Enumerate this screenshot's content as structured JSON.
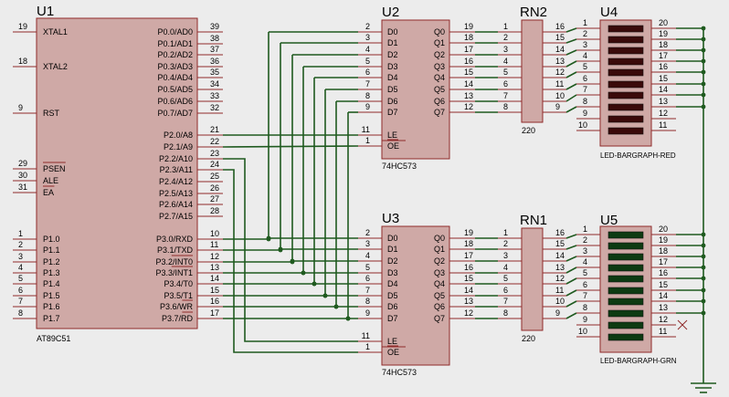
{
  "u1": {
    "ref": "U1",
    "part": "AT89C51",
    "left_pins": [
      {
        "num": "19",
        "name": "XTAL1"
      },
      {
        "num": "18",
        "name": "XTAL2"
      },
      {
        "num": "9",
        "name": "RST"
      },
      {
        "num": "29",
        "name": "PSEN"
      },
      {
        "num": "30",
        "name": "ALE"
      },
      {
        "num": "31",
        "name": "EA"
      },
      {
        "num": "1",
        "name": "P1.0"
      },
      {
        "num": "2",
        "name": "P1.1"
      },
      {
        "num": "3",
        "name": "P1.2"
      },
      {
        "num": "4",
        "name": "P1.3"
      },
      {
        "num": "5",
        "name": "P1.4"
      },
      {
        "num": "6",
        "name": "P1.5"
      },
      {
        "num": "7",
        "name": "P1.6"
      },
      {
        "num": "8",
        "name": "P1.7"
      }
    ],
    "right_pins": [
      {
        "num": "39",
        "name": "P0.0/AD0"
      },
      {
        "num": "38",
        "name": "P0.1/AD1"
      },
      {
        "num": "37",
        "name": "P0.2/AD2"
      },
      {
        "num": "36",
        "name": "P0.3/AD3"
      },
      {
        "num": "35",
        "name": "P0.4/AD4"
      },
      {
        "num": "34",
        "name": "P0.5/AD5"
      },
      {
        "num": "33",
        "name": "P0.6/AD6"
      },
      {
        "num": "32",
        "name": "P0.7/AD7"
      },
      {
        "num": "21",
        "name": "P2.0/A8"
      },
      {
        "num": "22",
        "name": "P2.1/A9"
      },
      {
        "num": "23",
        "name": "P2.2/A10"
      },
      {
        "num": "24",
        "name": "P2.3/A11"
      },
      {
        "num": "25",
        "name": "P2.4/A12"
      },
      {
        "num": "26",
        "name": "P2.5/A13"
      },
      {
        "num": "27",
        "name": "P2.6/A14"
      },
      {
        "num": "28",
        "name": "P2.7/A15"
      },
      {
        "num": "10",
        "name": "P3.0/RXD"
      },
      {
        "num": "11",
        "name": "P3.1/TXD"
      },
      {
        "num": "12",
        "name": "P3.2/INT0"
      },
      {
        "num": "13",
        "name": "P3.3/INT1"
      },
      {
        "num": "14",
        "name": "P3.4/T0"
      },
      {
        "num": "15",
        "name": "P3.5/T1"
      },
      {
        "num": "16",
        "name": "P3.6/WR"
      },
      {
        "num": "17",
        "name": "P3.7/RD"
      }
    ]
  },
  "latches": [
    {
      "ref": "U2",
      "part": "74HC573",
      "d_nums": [
        "2",
        "3",
        "4",
        "5",
        "6",
        "7",
        "8",
        "9"
      ],
      "d_names": [
        "D0",
        "D1",
        "D2",
        "D3",
        "D4",
        "D5",
        "D6",
        "D7"
      ],
      "q_nums": [
        "19",
        "18",
        "17",
        "16",
        "15",
        "14",
        "13",
        "12"
      ],
      "q_names": [
        "Q0",
        "Q1",
        "Q2",
        "Q3",
        "Q4",
        "Q5",
        "Q6",
        "Q7"
      ],
      "le": {
        "num": "11",
        "name": "LE"
      },
      "oe": {
        "num": "1",
        "name": "OE"
      }
    },
    {
      "ref": "U3",
      "part": "74HC573",
      "d_nums": [
        "2",
        "3",
        "4",
        "5",
        "6",
        "7",
        "8",
        "9"
      ],
      "d_names": [
        "D0",
        "D1",
        "D2",
        "D3",
        "D4",
        "D5",
        "D6",
        "D7"
      ],
      "q_nums": [
        "19",
        "18",
        "17",
        "16",
        "15",
        "14",
        "13",
        "12"
      ],
      "q_names": [
        "Q0",
        "Q1",
        "Q2",
        "Q3",
        "Q4",
        "Q5",
        "Q6",
        "Q7"
      ],
      "le": {
        "num": "11",
        "name": "LE"
      },
      "oe": {
        "num": "1",
        "name": "OE"
      }
    }
  ],
  "resistor_networks": [
    {
      "ref": "RN2",
      "value": "220",
      "left_nums": [
        "1",
        "2",
        "3",
        "4",
        "5",
        "6",
        "7",
        "8"
      ],
      "right_nums": [
        "16",
        "15",
        "14",
        "13",
        "12",
        "11",
        "10",
        "9"
      ]
    },
    {
      "ref": "RN1",
      "value": "220",
      "left_nums": [
        "1",
        "2",
        "3",
        "4",
        "5",
        "6",
        "7",
        "8"
      ],
      "right_nums": [
        "16",
        "15",
        "14",
        "13",
        "12",
        "11",
        "10",
        "9"
      ]
    }
  ],
  "bargraphs": [
    {
      "ref": "U4",
      "part": "LED-BARGRAPH-RED",
      "segment_color": "#3a0a0a",
      "left_nums": [
        "1",
        "2",
        "3",
        "4",
        "5",
        "6",
        "7",
        "8",
        "9",
        "10"
      ],
      "right_nums": [
        "20",
        "19",
        "18",
        "17",
        "16",
        "15",
        "14",
        "13",
        "12",
        "11"
      ]
    },
    {
      "ref": "U5",
      "part": "LED-BARGRAPH-GRN",
      "segment_color": "#0d3a12",
      "left_nums": [
        "1",
        "2",
        "3",
        "4",
        "5",
        "6",
        "7",
        "8",
        "9",
        "10"
      ],
      "right_nums": [
        "20",
        "19",
        "18",
        "17",
        "16",
        "15",
        "14",
        "13",
        "12",
        "11"
      ]
    }
  ],
  "colors": {
    "body_fill": "#cfa9a6",
    "body_stroke": "#8f2a2a",
    "wire": "#1f5a1f",
    "background": "#ececec"
  }
}
